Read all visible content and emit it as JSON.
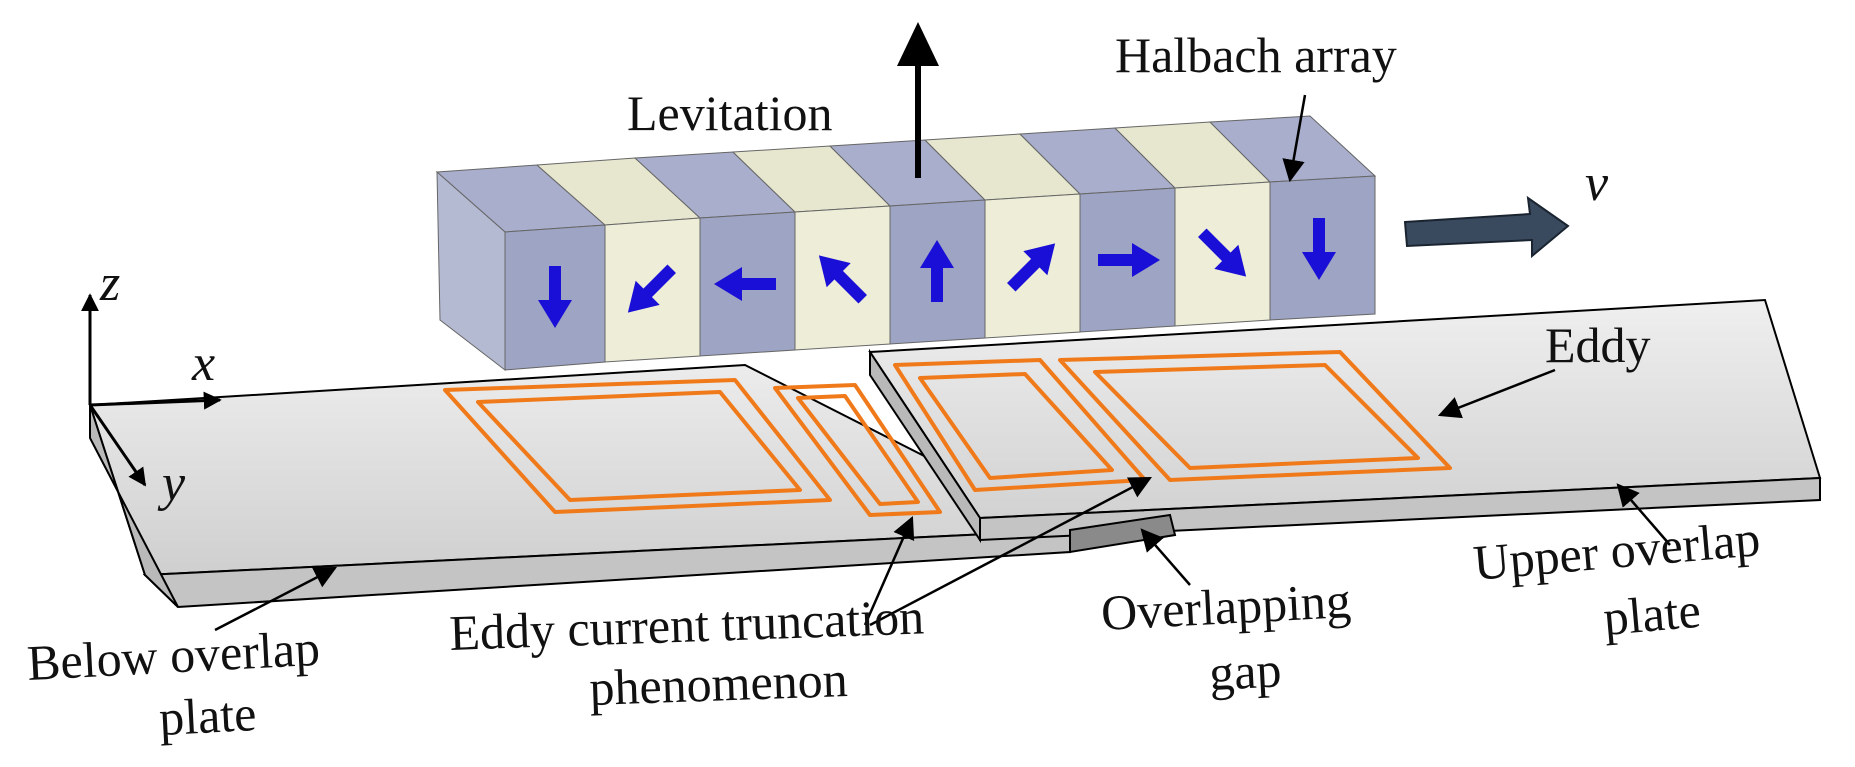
{
  "labels": {
    "levitation": "Levitation",
    "halbach_array": "Halbach array",
    "velocity": "v",
    "eddy": "Eddy",
    "axis_z": "z",
    "axis_x": "x",
    "axis_y": "y",
    "below_plate_line1": "Below overlap",
    "below_plate_line2": "plate",
    "truncation_line1": "Eddy current truncation",
    "truncation_line2": "phenomenon",
    "gap_line1": "Overlapping",
    "gap_line2": "gap",
    "upper_plate_line1": "Upper overlap",
    "upper_plate_line2": "plate"
  },
  "colors": {
    "magnet_blue": "#a3a9c6",
    "magnet_cream": "#e8e8d2",
    "magnetization_arrow": "#1a0fd6",
    "eddy_loop": "#f07a1a",
    "plate": "#d9d9d9",
    "velocity_arrow": "#3a4a5e"
  },
  "halbach_magnetization": [
    "down",
    "down-left",
    "left",
    "up-left",
    "up",
    "up-right",
    "right",
    "down-right",
    "down"
  ]
}
